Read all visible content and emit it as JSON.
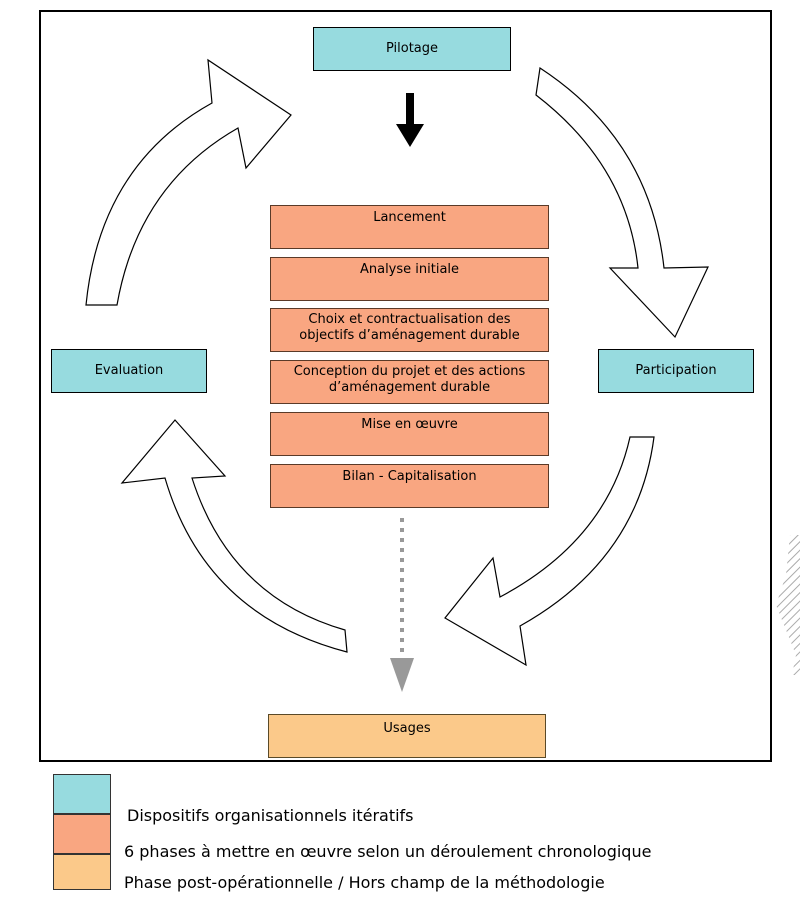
{
  "cycle": {
    "top": "Pilotage",
    "left": "Evaluation",
    "right": "Participation"
  },
  "phases": [
    "Lancement",
    "Analyse initiale",
    "Choix et contractualisation des objectifs d’aménagement durable",
    "Conception du projet et des actions d’aménagement durable",
    "Mise en œuvre",
    "Bilan - Capitalisation"
  ],
  "usages": "Usages",
  "legend": [
    {
      "label": "Dispositifs organisationnels itératifs",
      "color": "#97dbdf"
    },
    {
      "label": "6 phases à mettre en œuvre selon un déroulement chronologique",
      "color": "#f9a681"
    },
    {
      "label": "Phase post-opérationnelle / Hors champ de la méthodologie",
      "color": "#fbc98a"
    }
  ],
  "colors": {
    "teal": "#97dbdf",
    "orange": "#f9a681",
    "yellow": "#fbc98a"
  }
}
